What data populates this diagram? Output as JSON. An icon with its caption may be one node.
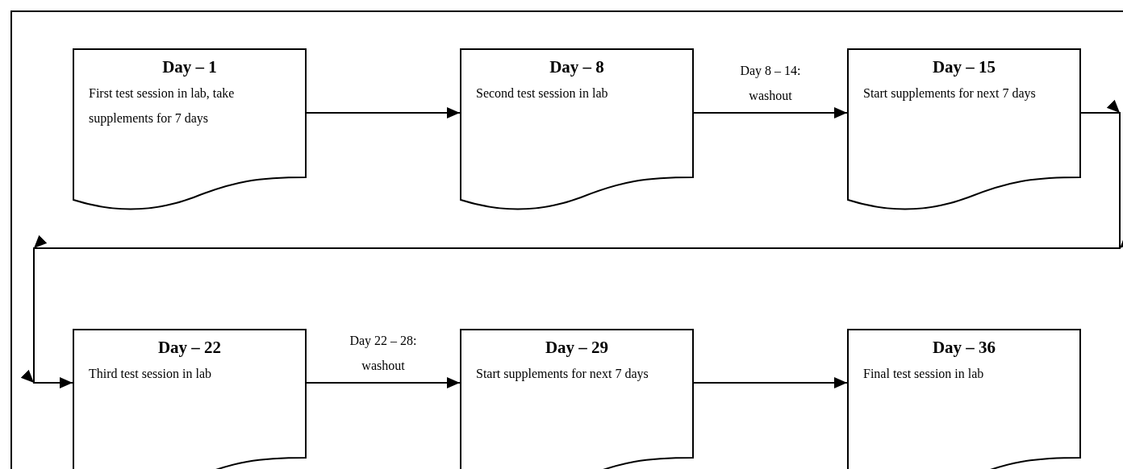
{
  "diagram": {
    "nodes": [
      {
        "text": [
          "Day – 1",
          "First test session in lab, take supplements for 7 days"
        ]
      },
      {
        "text": [
          "Day – 8",
          "Second test session in lab"
        ]
      },
      {
        "text": [
          "Day – 15",
          "Start supplements for next 7 days"
        ]
      },
      {
        "text": [
          "Day – 22",
          "Third test session in lab"
        ]
      },
      {
        "text": [
          "Day – 29",
          "Start supplements for next 7 days"
        ]
      },
      {
        "text": [
          "Day – 36",
          "Final test session in lab"
        ]
      }
    ],
    "edges": [
      {
        "from": 0,
        "to": 1,
        "arrow": "to"
      },
      {
        "from": 1,
        "to": 2,
        "arrow": "to",
        "label": "Day 8 – 14: washout"
      },
      {
        "from": 2,
        "to": 3,
        "arrow": "to"
      },
      {
        "from": 3,
        "to": 4,
        "arrow": "to",
        "label": "Day 22 – 28: washout"
      },
      {
        "from": 4,
        "to": 5,
        "arrow": "to"
      }
    ]
  }
}
